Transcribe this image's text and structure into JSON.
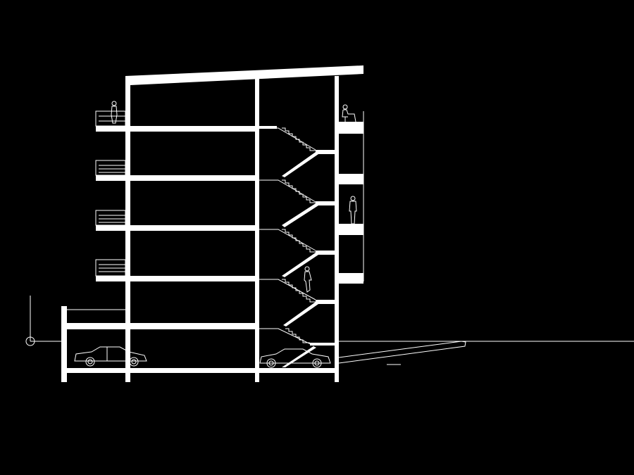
{
  "drawing": {
    "kind": "building-section",
    "background_color": "#000000",
    "line_color": "#ffffff",
    "floors_above_ground": 5,
    "basement_levels": 1
  }
}
